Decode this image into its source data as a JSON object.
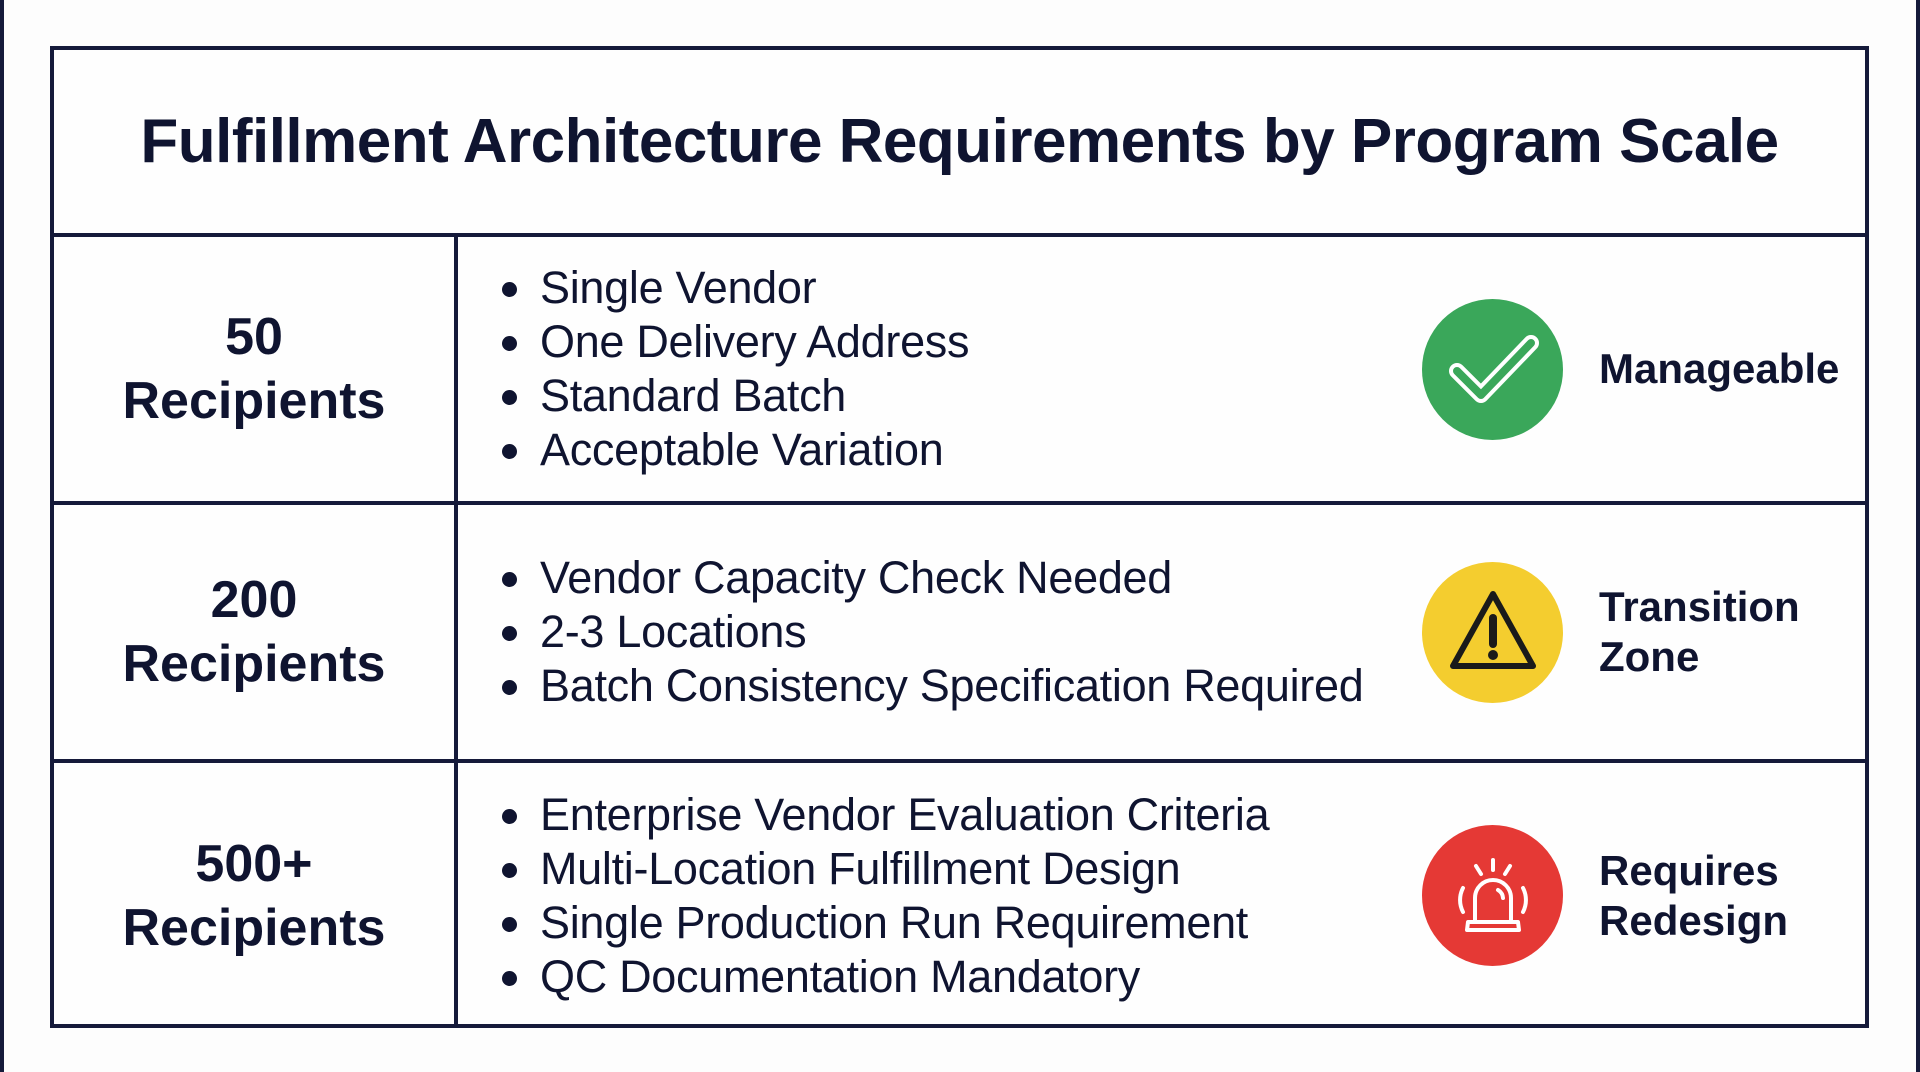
{
  "title": "Fulfillment Architecture Requirements by Program Scale",
  "colors": {
    "ink": "#0f1430",
    "border": "#151a3a",
    "green": "#3aa75a",
    "yellow": "#f4cd2f",
    "red": "#e53935"
  },
  "rows": [
    {
      "scale_number": "50",
      "scale_unit": "Recipients",
      "items": [
        "Single Vendor",
        "One Delivery Address",
        "Standard Batch",
        "Acceptable Variation"
      ],
      "status_icon": "checkmark-icon",
      "status_color": "green",
      "status_label": "Manageable"
    },
    {
      "scale_number": "200",
      "scale_unit": "Recipients",
      "items": [
        "Vendor Capacity Check Needed",
        "2-3 Locations",
        "Batch Consistency Specification Required"
      ],
      "status_icon": "warning-triangle-icon",
      "status_color": "yellow",
      "status_label": "Transition\nZone"
    },
    {
      "scale_number": "500+",
      "scale_unit": "Recipients",
      "items": [
        "Enterprise Vendor Evaluation Criteria",
        "Multi-Location Fulfillment Design",
        "Single Production Run Requirement",
        "QC Documentation Mandatory"
      ],
      "status_icon": "siren-alarm-icon",
      "status_color": "red",
      "status_label": "Requires\nRedesign"
    }
  ]
}
